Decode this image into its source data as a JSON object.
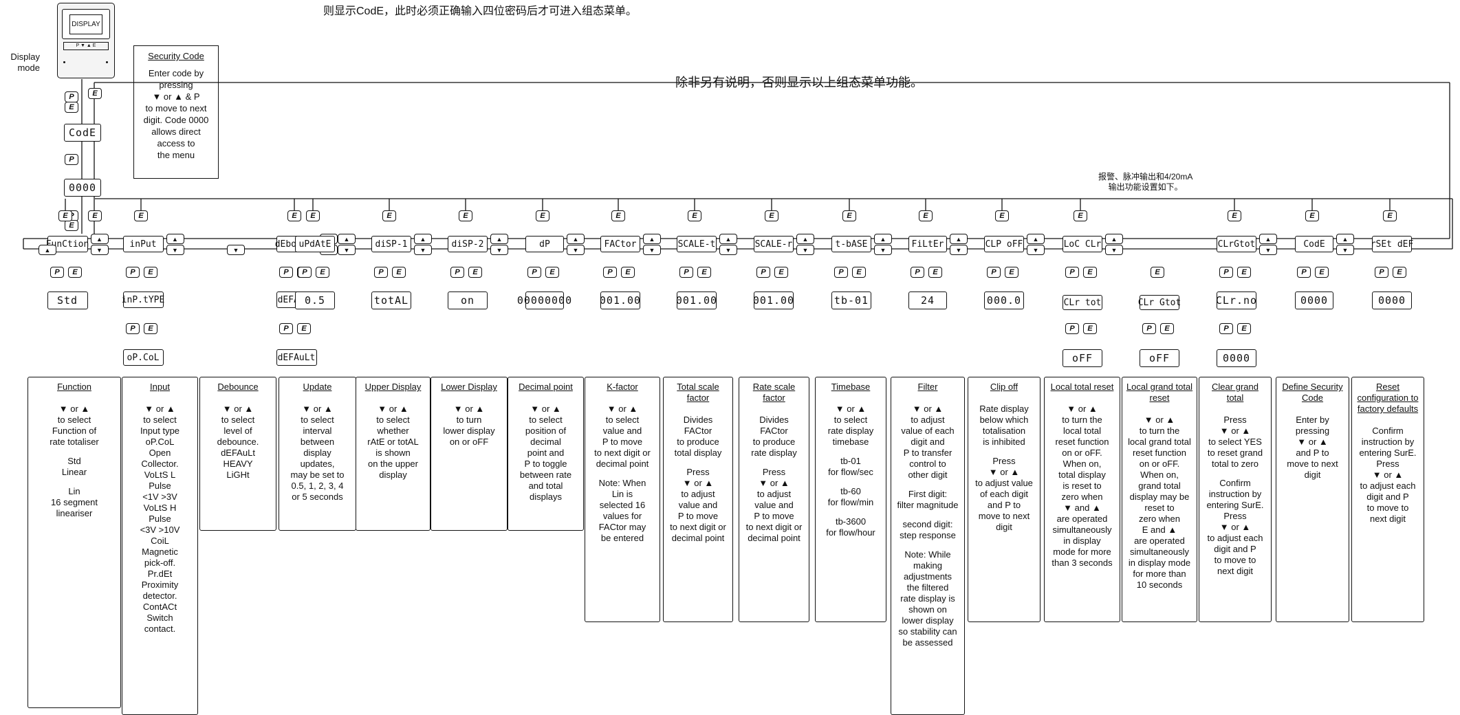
{
  "header_cn": "则显示CodE，此时必须正确输入四位密码后才可进入组态菜单。",
  "note_cn": "除非另有说明，否则显示以上组态菜单功能。",
  "alarm_note_cn": [
    "报警、脉冲输出和4/20mA",
    "输出功能设置如下。"
  ],
  "display_mode_label": [
    "Display",
    "mode"
  ],
  "device_label": "DISPLAY",
  "code_display": "CodE",
  "code_value": "0000",
  "security_code": {
    "title": "Security Code",
    "lines": [
      "Enter code by",
      "pressing",
      "▼ or ▲ & P",
      "to move to next",
      "digit. Code 0000",
      "allows direct",
      "access to",
      "the menu"
    ]
  },
  "menu": [
    {
      "id": "function",
      "label": "FunCtion",
      "value": "Std"
    },
    {
      "id": "input",
      "label": "inPut",
      "sub": "inP.tYPE",
      "sub_value": "oP.CoL"
    },
    {
      "id": "debounce",
      "label": "dEbounCE",
      "sub_value": "dEFAuLt"
    },
    {
      "id": "update",
      "label": "uPdAtE",
      "value": "0.5"
    },
    {
      "id": "disp1",
      "label": "diSP-1",
      "value": "totAL"
    },
    {
      "id": "disp2",
      "label": "diSP-2",
      "value": "on"
    },
    {
      "id": "dp",
      "label": "dP",
      "value": "00000000"
    },
    {
      "id": "factor",
      "label": "FACtor",
      "value": "001.00"
    },
    {
      "id": "scale_t",
      "label": "SCALE-t",
      "value": "001.00"
    },
    {
      "id": "scale_r",
      "label": "SCALE-r",
      "value": "001.00"
    },
    {
      "id": "tbase",
      "label": "t-bASE",
      "value": "tb-01"
    },
    {
      "id": "filter",
      "label": "FiLtEr",
      "value": "24"
    },
    {
      "id": "clipoff",
      "label": "CLP oFF",
      "value": "000.0"
    },
    {
      "id": "locclr",
      "label": "LoC CLr",
      "sub1": "CLr tot",
      "sub1_value": "oFF",
      "sub2": "CLr Gtot",
      "sub2_value": "oFF"
    },
    {
      "id": "clrgtot",
      "label": "CLrGtot",
      "value": "CLr.no",
      "value2": "0000"
    },
    {
      "id": "code",
      "label": "CodE",
      "value": "0000"
    },
    {
      "id": "rsetdef",
      "label": "rSEt dEF",
      "value": "0000"
    }
  ],
  "descriptions": [
    {
      "title": "Function",
      "lines": [
        "▼ or ▲",
        "to select",
        "Function of",
        "rate totaliser",
        "",
        "Std",
        "Linear",
        "",
        "Lin",
        "16 segment",
        "lineariser"
      ]
    },
    {
      "title": "Input",
      "lines": [
        "▼ or ▲",
        "to select",
        "Input type",
        "oP.CoL",
        "Open",
        "Collector.",
        "VoLtS L",
        "Pulse",
        "<1V   >3V",
        "VoLtS H",
        "Pulse",
        "<3V  >10V",
        "CoiL",
        "Magnetic",
        "pick-off.",
        "Pr.dEt",
        "Proximity",
        "detector.",
        "ContACt",
        "Switch",
        "contact."
      ]
    },
    {
      "title": "Debounce",
      "lines": [
        "▼ or ▲",
        "to select",
        "level of",
        "debounce.",
        "dEFAuLt",
        "HEAVY",
        "LiGHt"
      ]
    },
    {
      "title": "Update",
      "lines": [
        "▼ or ▲",
        "to select",
        "interval",
        "between",
        "display",
        "updates,",
        "may be set to",
        "0.5, 1, 2, 3, 4",
        "or 5 seconds"
      ]
    },
    {
      "title": "Upper Display",
      "lines": [
        "▼ or ▲",
        "to select",
        "whether",
        "rAtE or totAL",
        "is shown",
        "on the upper",
        "display"
      ]
    },
    {
      "title": "Lower Display",
      "lines": [
        "▼ or ▲",
        "to turn",
        "lower display",
        "on or oFF"
      ]
    },
    {
      "title": "Decimal point",
      "lines": [
        "▼ or ▲",
        "to select",
        "position of",
        "decimal",
        "point and",
        "P to toggle",
        "between rate",
        "and total",
        "displays"
      ]
    },
    {
      "title": "K-factor",
      "lines": [
        "▼ or ▲",
        "to select",
        "value and",
        "P to move",
        "to next digit or",
        "decimal point",
        "",
        "Note: When",
        "Lin is",
        "selected 16",
        "values for",
        "FACtor may",
        "be entered"
      ]
    },
    {
      "title": "Total scale factor",
      "lines": [
        "Divides",
        "FACtor",
        "to produce",
        "total display",
        "",
        "Press",
        "▼ or ▲",
        "to adjust",
        "value and",
        "P to move",
        "to next digit or",
        "decimal point"
      ]
    },
    {
      "title": "Rate scale factor",
      "lines": [
        "Divides",
        "FACtor",
        "to produce",
        "rate display",
        "",
        "Press",
        "▼ or ▲",
        "to adjust",
        "value and",
        "P to move",
        "to next digit or",
        "decimal point"
      ]
    },
    {
      "title": "Timebase",
      "lines": [
        "▼ or ▲",
        "to select",
        "rate display",
        "timebase",
        "",
        "tb-01",
        "for flow/sec",
        "",
        "tb-60",
        "for flow/min",
        "",
        "tb-3600",
        "for flow/hour"
      ]
    },
    {
      "title": "Filter",
      "lines": [
        "▼ or ▲",
        "to adjust",
        "value of each",
        "digit and",
        "P to transfer",
        "control to",
        "other digit",
        "",
        "First digit:",
        "filter magnitude",
        "",
        "second digit:",
        "step response",
        "",
        "Note: While",
        "making",
        "adjustments",
        "the filtered",
        "rate display is",
        "shown on",
        "lower display",
        "so stability can",
        "be assessed"
      ]
    },
    {
      "title": "Clip off",
      "lines": [
        "Rate display",
        "below which",
        "totalisation",
        "is inhibited",
        "",
        "Press",
        "▼ or ▲",
        "to adjust value",
        "of each digit",
        "and P to",
        "move to next",
        "digit"
      ]
    },
    {
      "title": "Local total reset",
      "lines": [
        "▼ or ▲",
        "to turn the",
        "local total",
        "reset function",
        "on or oFF.",
        "When on,",
        "total display",
        "is reset to",
        "zero when",
        "▼ and ▲",
        "are operated",
        "simultaneously",
        "in display",
        "mode for more",
        "than 3 seconds"
      ]
    },
    {
      "title": "Local grand total reset",
      "lines": [
        "▼ or ▲",
        "to turn the",
        "local grand total",
        "reset function",
        "on or oFF.",
        "When on,",
        "grand total",
        "display may be",
        "reset to",
        "zero when",
        "E and ▲",
        "are operated",
        "simultaneously",
        "in display mode",
        "for more than",
        "10 seconds"
      ]
    },
    {
      "title": "Clear grand total",
      "lines": [
        "Press",
        "▼ or ▲",
        "to select YES",
        "to reset grand",
        "total to zero",
        "",
        "Confirm",
        "instruction by",
        "entering SurE.",
        "Press",
        "▼ or ▲",
        "to adjust each",
        "digit and P",
        "to move to",
        "next digit"
      ]
    },
    {
      "title": "Define Security Code",
      "lines": [
        "Enter by",
        "pressing",
        "▼ or ▲",
        "and P to",
        "move to next",
        "digit"
      ]
    },
    {
      "title": "Reset configuration to factory defaults",
      "lines": [
        "Confirm",
        "instruction by",
        "entering SurE.",
        "Press",
        "▼ or ▲",
        "to adjust each",
        "digit and P",
        "to move to",
        "next digit"
      ]
    }
  ]
}
